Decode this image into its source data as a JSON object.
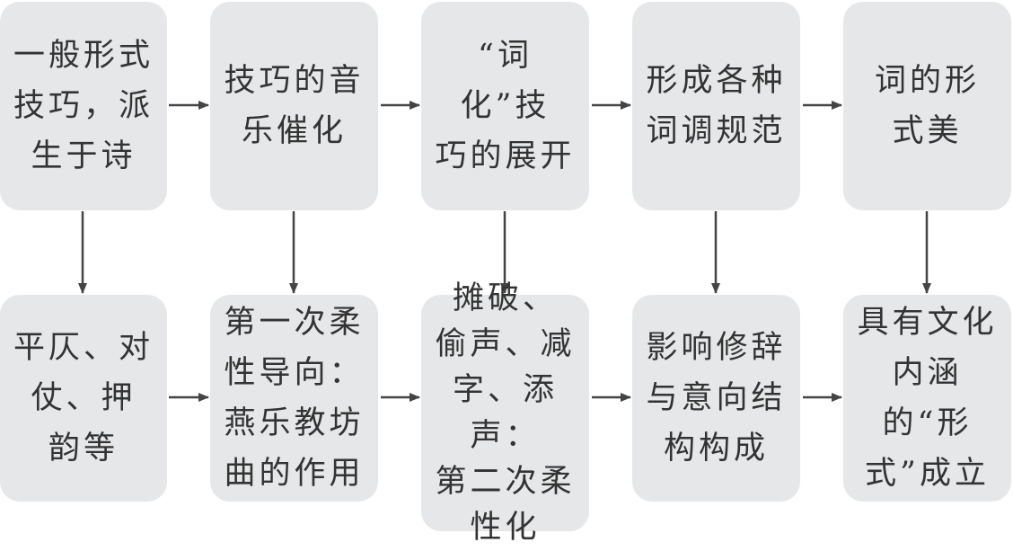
{
  "colors": {
    "box": "#e6e7e8",
    "text": "#333333",
    "arrow": "#444444"
  },
  "top_row": [
    {
      "id": "t1",
      "text": "一般形式\n技巧，派\n生于诗"
    },
    {
      "id": "t2",
      "text": "技巧的音\n乐催化"
    },
    {
      "id": "t3",
      "text": "“词化”技\n巧的展开"
    },
    {
      "id": "t4",
      "text": "形成各种\n词调规范"
    },
    {
      "id": "t5",
      "text": "词的形\n式美"
    }
  ],
  "bottom_row": [
    {
      "id": "b1",
      "text": "平仄、对\n仗、押\n韵等"
    },
    {
      "id": "b2",
      "text": "第一次柔\n性导向：\n燕乐教坊\n曲的作用"
    },
    {
      "id": "b3",
      "text": "摊破、\n偷声、减\n字、添声：\n第二次柔\n性化"
    },
    {
      "id": "b4",
      "text": "影响修辞\n与意向结\n构构成"
    },
    {
      "id": "b5",
      "text": "具有文化\n内涵的“形\n式”成立"
    }
  ],
  "connections": [
    {
      "from": "t1",
      "to": "t2"
    },
    {
      "from": "t2",
      "to": "t3"
    },
    {
      "from": "t3",
      "to": "t4"
    },
    {
      "from": "t4",
      "to": "t5"
    },
    {
      "from": "b1",
      "to": "b2"
    },
    {
      "from": "b2",
      "to": "b3"
    },
    {
      "from": "b3",
      "to": "b4"
    },
    {
      "from": "b4",
      "to": "b5"
    },
    {
      "from": "t1",
      "to": "b1"
    },
    {
      "from": "t2",
      "to": "b2"
    },
    {
      "from": "t3",
      "to": "b3"
    },
    {
      "from": "t4",
      "to": "b4"
    },
    {
      "from": "t5",
      "to": "b5"
    }
  ]
}
